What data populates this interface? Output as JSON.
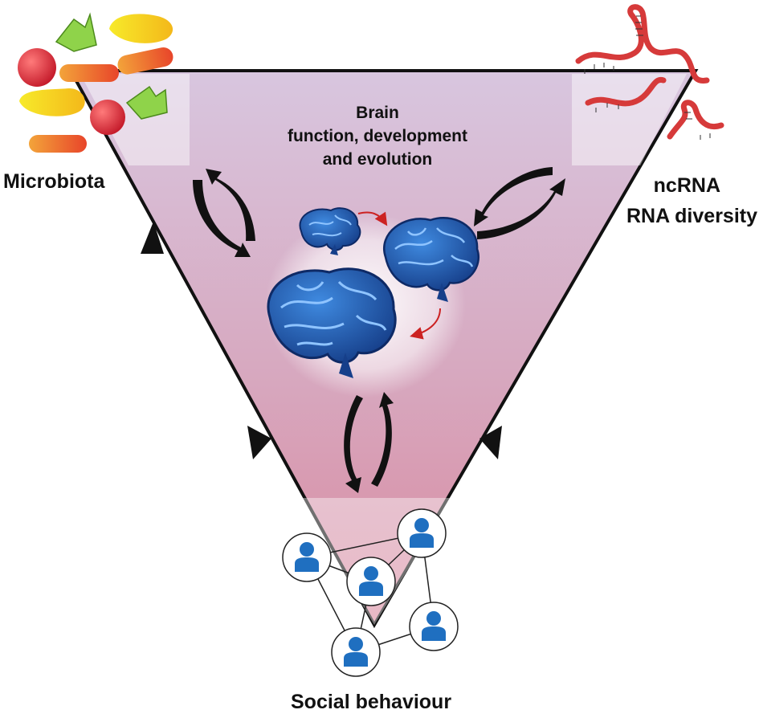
{
  "center": {
    "line1": "Brain",
    "line2": "function, development",
    "line3": "and evolution"
  },
  "labels": {
    "microbiota": "Microbiota",
    "ncrna_line1": "ncRNA",
    "ncrna_line2": "RNA diversity",
    "social": "Social behaviour"
  },
  "colors": {
    "triangle_top": "#d8c6df",
    "triangle_bottom": "#d98aa0",
    "brain": "#1f5fb0",
    "person": "#1f6fc0",
    "rna": "#d63a3a",
    "arrow": "#111111",
    "small_arrow": "#cc2222"
  }
}
